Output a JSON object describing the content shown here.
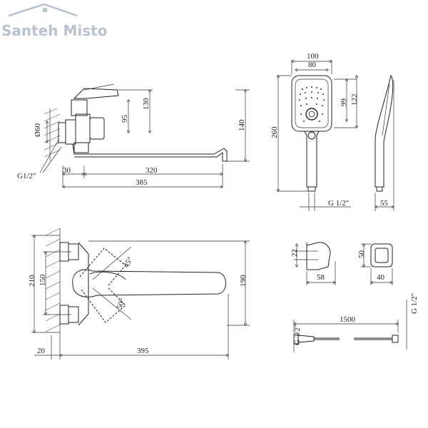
{
  "logo": {
    "text": "Santeh Misto"
  },
  "colors": {
    "line": "#222222",
    "logo": "#b9c3cf",
    "background": "#ffffff"
  },
  "top_view": {
    "dims": {
      "d60": "Ø60",
      "d130": "130",
      "d95": "95",
      "d140": "140",
      "d30": "30",
      "d320": "320",
      "d385": "385",
      "thread": "G1/2\""
    }
  },
  "handshower": {
    "dims": {
      "w100": "100",
      "w80": "80",
      "h99": "99",
      "h122": "122",
      "h260": "260",
      "thread": "G 1/2\"",
      "d55": "55"
    }
  },
  "plan_view": {
    "dims": {
      "d210": "210",
      "d150": "150",
      "a45": "45°",
      "a50": "50°",
      "d190": "190",
      "d20": "20",
      "d395": "395"
    }
  },
  "holder": {
    "dims": {
      "d22": "22",
      "d58": "58",
      "d50": "50",
      "d40": "40"
    }
  },
  "hose": {
    "dims": {
      "len": "1500",
      "thread_left": "G 1/2\"",
      "thread_right": "G 1/2\""
    }
  }
}
